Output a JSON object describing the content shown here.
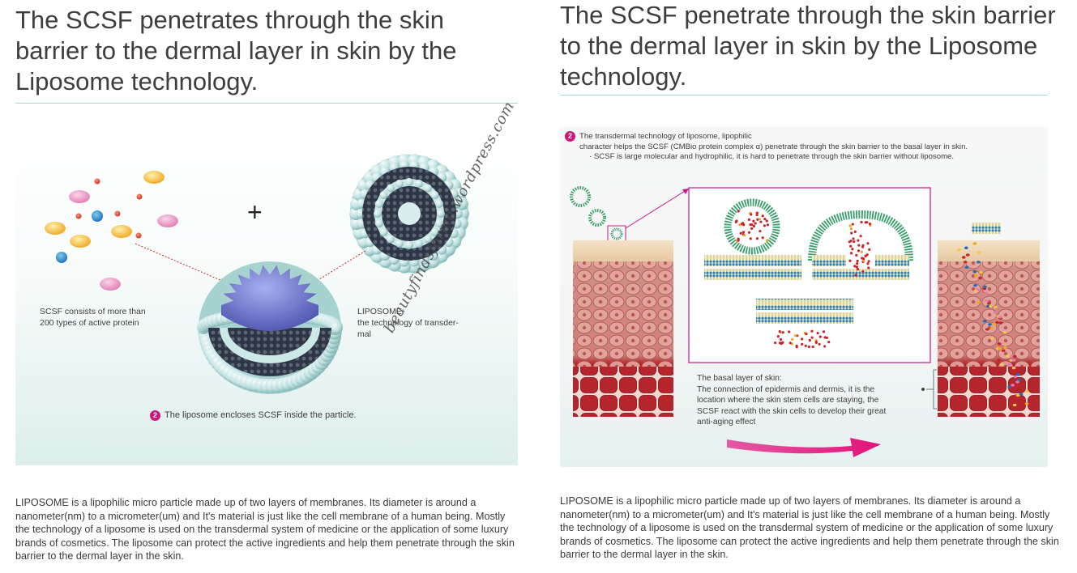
{
  "left": {
    "title": "The SCSF penetrates through the skin barrier to the dermal layer in skin by the Liposome technology.",
    "plus_sign": "+",
    "scsf_label_line1": "SCSF consists of more than",
    "scsf_label_line2": "200 types of active protein",
    "liposome_label_line1": "LIPOSOME:",
    "liposome_label_line2": "the technology of transder-",
    "liposome_label_line3": "mal",
    "caption_number": "2",
    "caption": "The liposome encloses SCSF inside the particle.",
    "body": "LIPOSOME is a lipophilic micro particle made up of two layers of membranes. Its diameter is around a nanometer(nm) to a micrometer(um) and It's material is just like the cell membrane of a human being. Mostly the technology of a liposome is used on the transdermal system of medicine or the application of some luxury brands of cosmetics. The liposome can protect the active ingredients and help them penetrate through the skin barrier to the dermal layer in the skin."
  },
  "right": {
    "title": "The SCSF penetrate through the skin barrier to the dermal layer in skin by the Liposome technology.",
    "intro_number": "2",
    "intro_line1": "The transdermal technology of liposome, lipophilic",
    "intro_line2": "character helps the SCSF (CMBio protein complex α) penetrate through the skin barrier to the basal layer in skin.",
    "intro_line3": "· SCSF is large molecular and hydrophilic, it is hard to penetrate through the skin barrier without liposome.",
    "basal_line1": "The basal layer of skin:",
    "basal_line2": "The connection of epidermis and dermis, it is the",
    "basal_line3": "location where the skin stem cells are staying, the",
    "basal_line4": "SCSF react with the skin cells to develop their great",
    "basal_line5": "anti-aging effect",
    "body": "LIPOSOME is a lipophilic micro particle made up of two layers of membranes. Its diameter is around a nanometer(nm) to a micrometer(um) and It's material is just like the cell membrane of a human being. Mostly the technology of a liposome is used on the transdermal system of medicine or the application of some luxury brands of cosmetics. The liposome can protect the active ingredients and help them penetrate through the skin barrier to the dermal layer in the skin."
  },
  "watermark": "beautyfindsforme.wordpress.com",
  "colors": {
    "accent_magenta": "#d0157a",
    "rule_teal": "#a8d9d0",
    "liposome_bead": "#bfe4e0",
    "liposome_core": "#6f74c9",
    "cell_red": "#b6242c"
  }
}
